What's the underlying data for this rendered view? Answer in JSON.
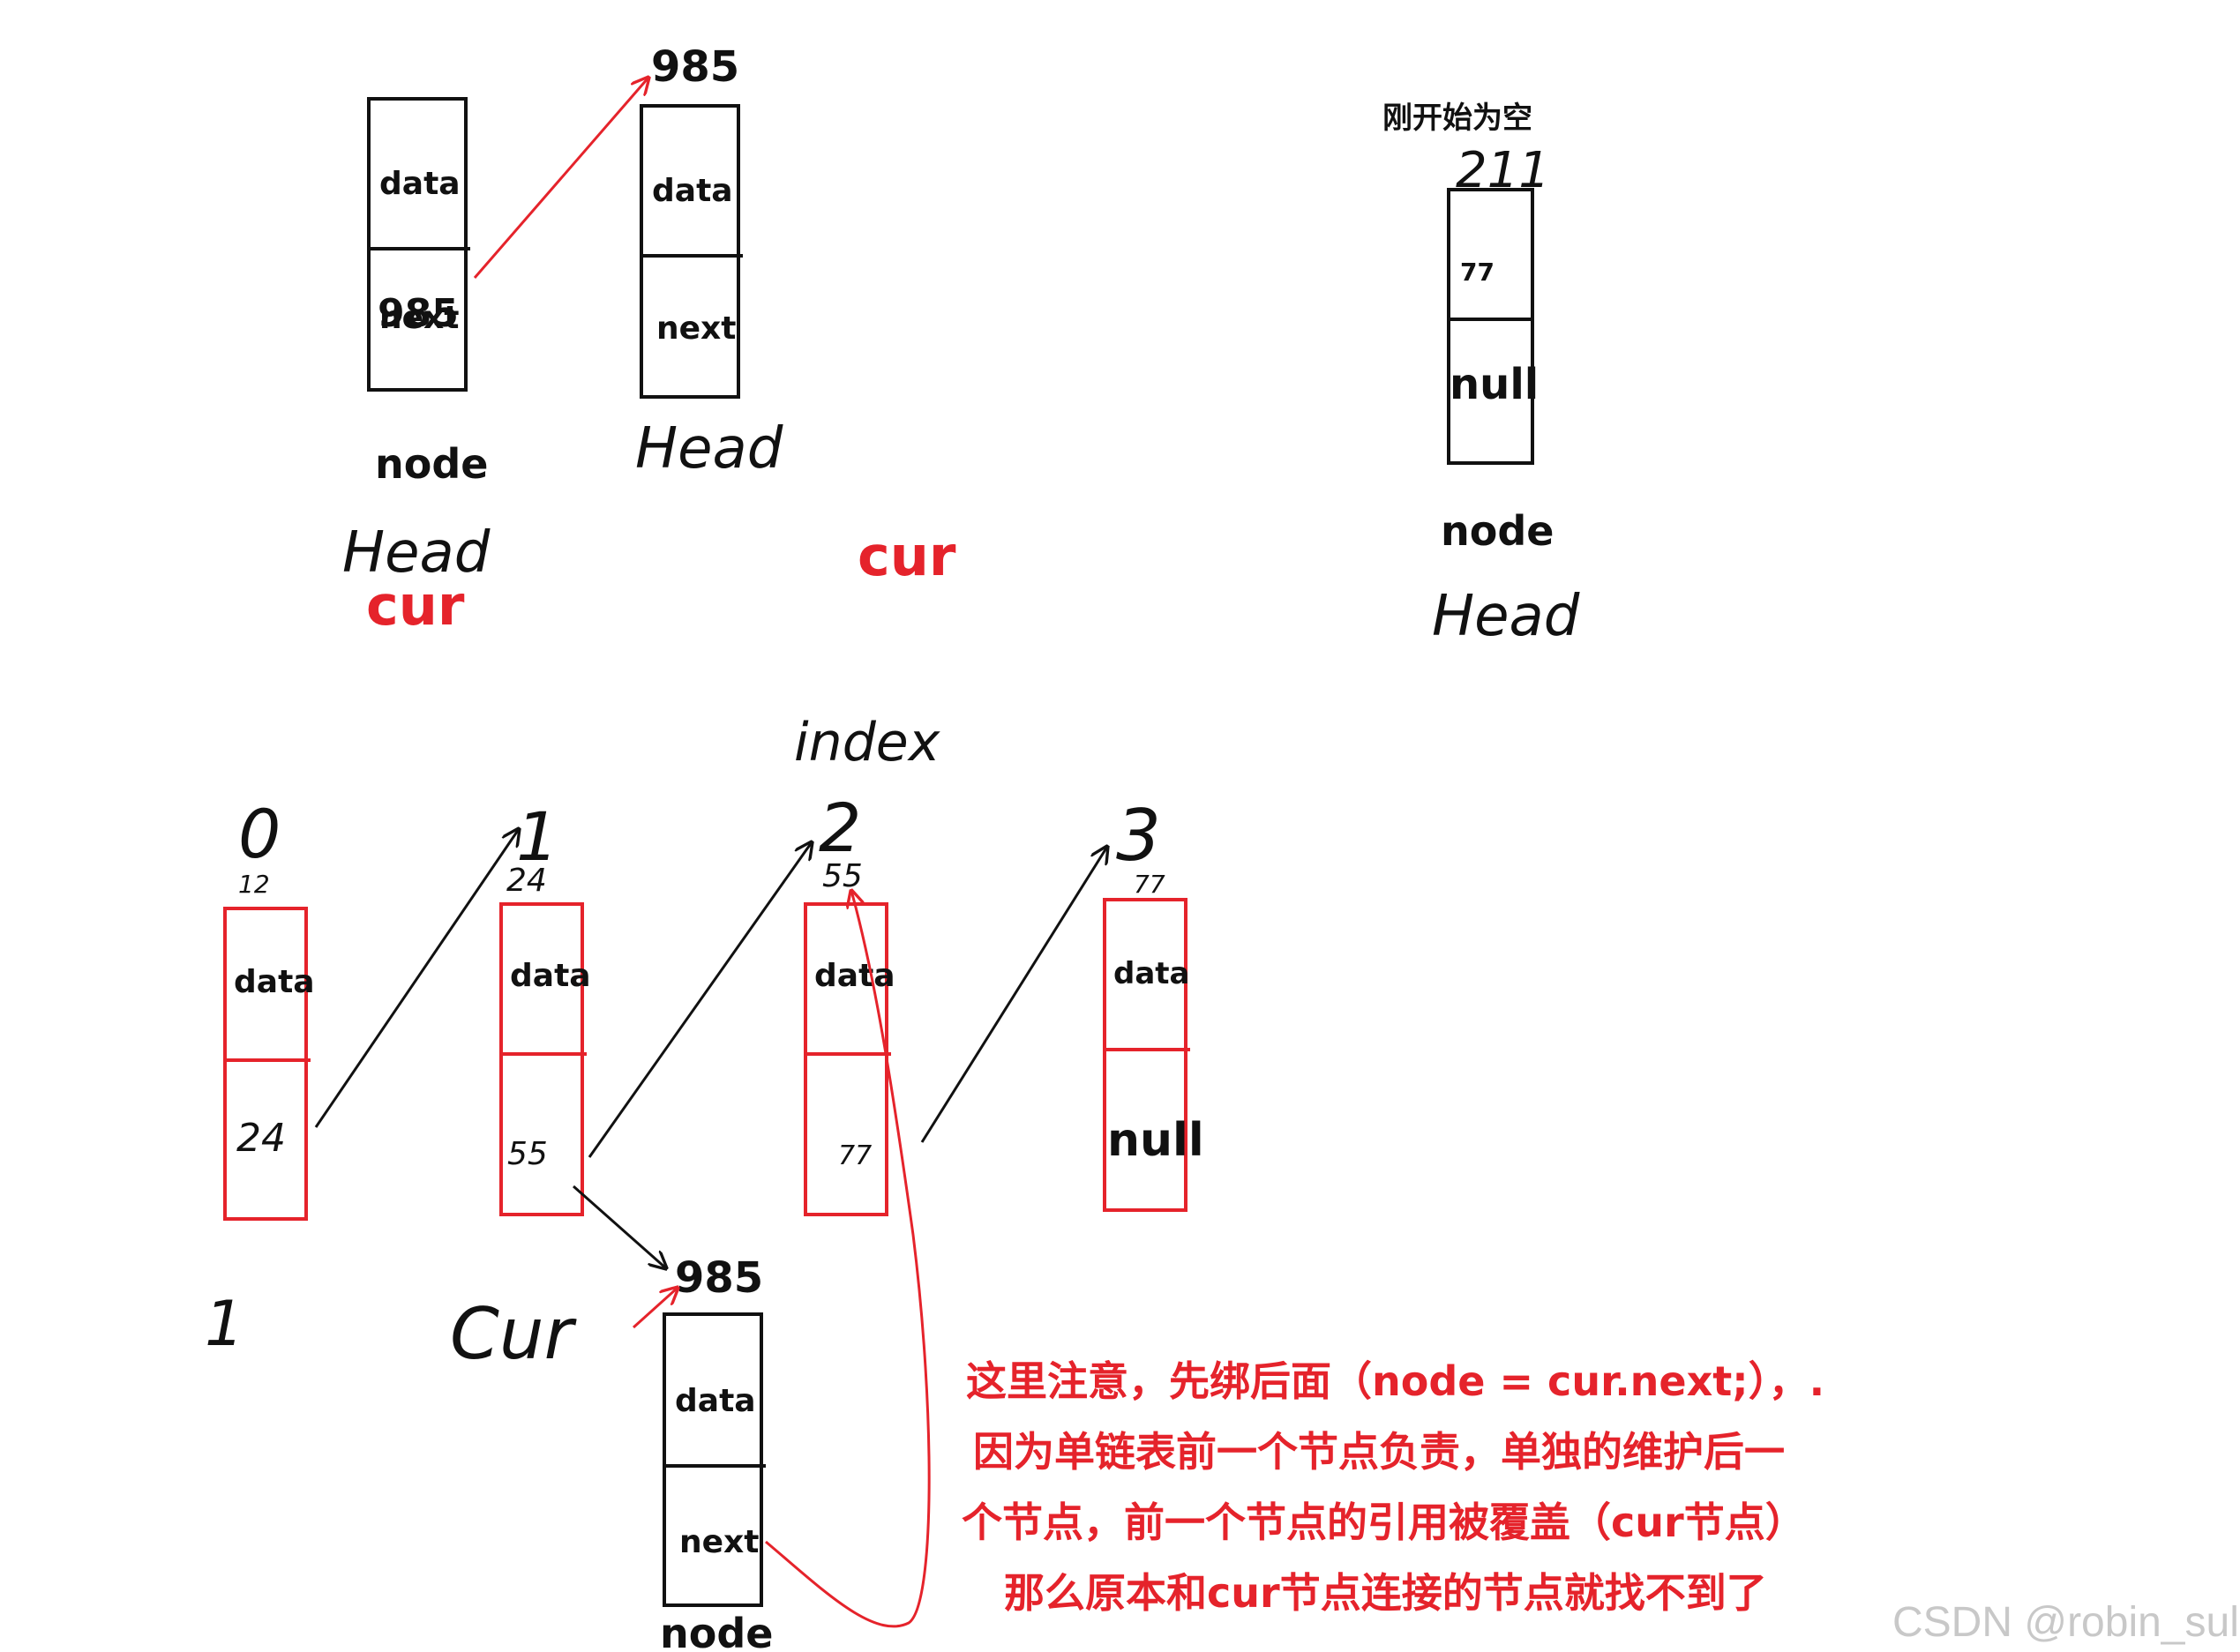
{
  "colors": {
    "red": "#e5232b",
    "black": "#111111",
    "watermark": "#c8c8c8"
  },
  "top": {
    "node1": {
      "data": "data",
      "next_old": "next",
      "next_new": "985",
      "name": "node",
      "head": "Head",
      "cur": "cur"
    },
    "node2": {
      "addr": "985",
      "data": "data",
      "next": "next",
      "head": "Head"
    },
    "cur_mid": "cur",
    "single": {
      "caption": "刚开始为空",
      "addr": "211",
      "data": "77",
      "next": "null",
      "name": "node",
      "head": "Head"
    }
  },
  "bottom": {
    "index_label": "index",
    "nodes": [
      {
        "index": "0",
        "addr": "12",
        "data": "data",
        "next": "24",
        "below": "1"
      },
      {
        "index": "1",
        "addr": "24",
        "data": "data",
        "next": "55",
        "below": "Cur"
      },
      {
        "index": "2",
        "addr": "55",
        "data": "data",
        "next": "77"
      },
      {
        "index": "3",
        "addr": "77",
        "data": "data",
        "next": "null"
      }
    ],
    "new_node": {
      "addr": "985",
      "data": "data",
      "next": "next",
      "name": "node"
    }
  },
  "note": {
    "lines": [
      "这里注意，先绑后面（node = cur.next;），.",
      "因为单链表前一个节点负责，单独的维护后一",
      "个节点，前一个节点的引用被覆盖（cur节点）",
      "那么原本和cur节点连接的节点就找不到了"
    ]
  },
  "watermark": "CSDN @robin_suli"
}
